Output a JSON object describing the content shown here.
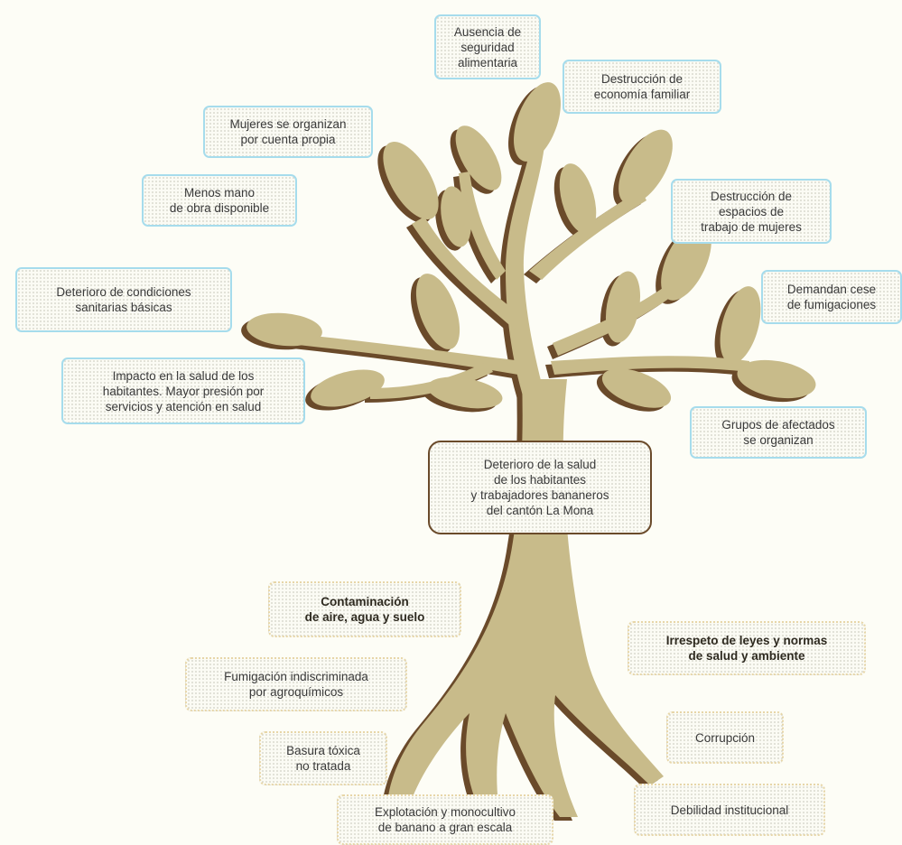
{
  "colors": {
    "tree_fill": "#c8bb8a",
    "tree_shadow": "#6a4a2a",
    "effect_border": "#a6dcec",
    "cause_border": "#e7d6a8",
    "core_border": "#6a4a2a"
  },
  "core_problem": "Deterioro de la salud\nde los habitantes\ny trabajadores bananeros\ndel cantón La Mona",
  "effects": {
    "ausencia": "Ausencia de\nseguridad\nalimentaria",
    "destruccion_economia": "Destrucción de\neconomía familiar",
    "mujeres": "Mujeres se organizan\npor cuenta propia",
    "menos_mano": "Menos mano\nde obra disponible",
    "destruccion_espacios": "Destrucción de\nespacios de\ntrabajo de mujeres",
    "deterioro_condiciones": "Deterioro de condiciones\nsanitarias básicas",
    "demandan": "Demandan cese\nde fumigaciones",
    "impacto": "Impacto en la salud de los\nhabitantes. Mayor presión por\nservicios y atención en salud",
    "grupos": "Grupos de afectados\nse organizan"
  },
  "causes": {
    "contaminacion": "Contaminación\nde aire, agua y suelo",
    "irrespeto": "Irrespeto de leyes y normas\nde salud y ambiente",
    "fumigacion": "Fumigación indiscriminada\npor agroquímicos",
    "corrupcion": "Corrupción",
    "basura": "Basura tóxica\nno tratada",
    "debilidad": "Debilidad institucional",
    "explotacion": "Explotación y monocultivo\nde banano a gran escala"
  }
}
